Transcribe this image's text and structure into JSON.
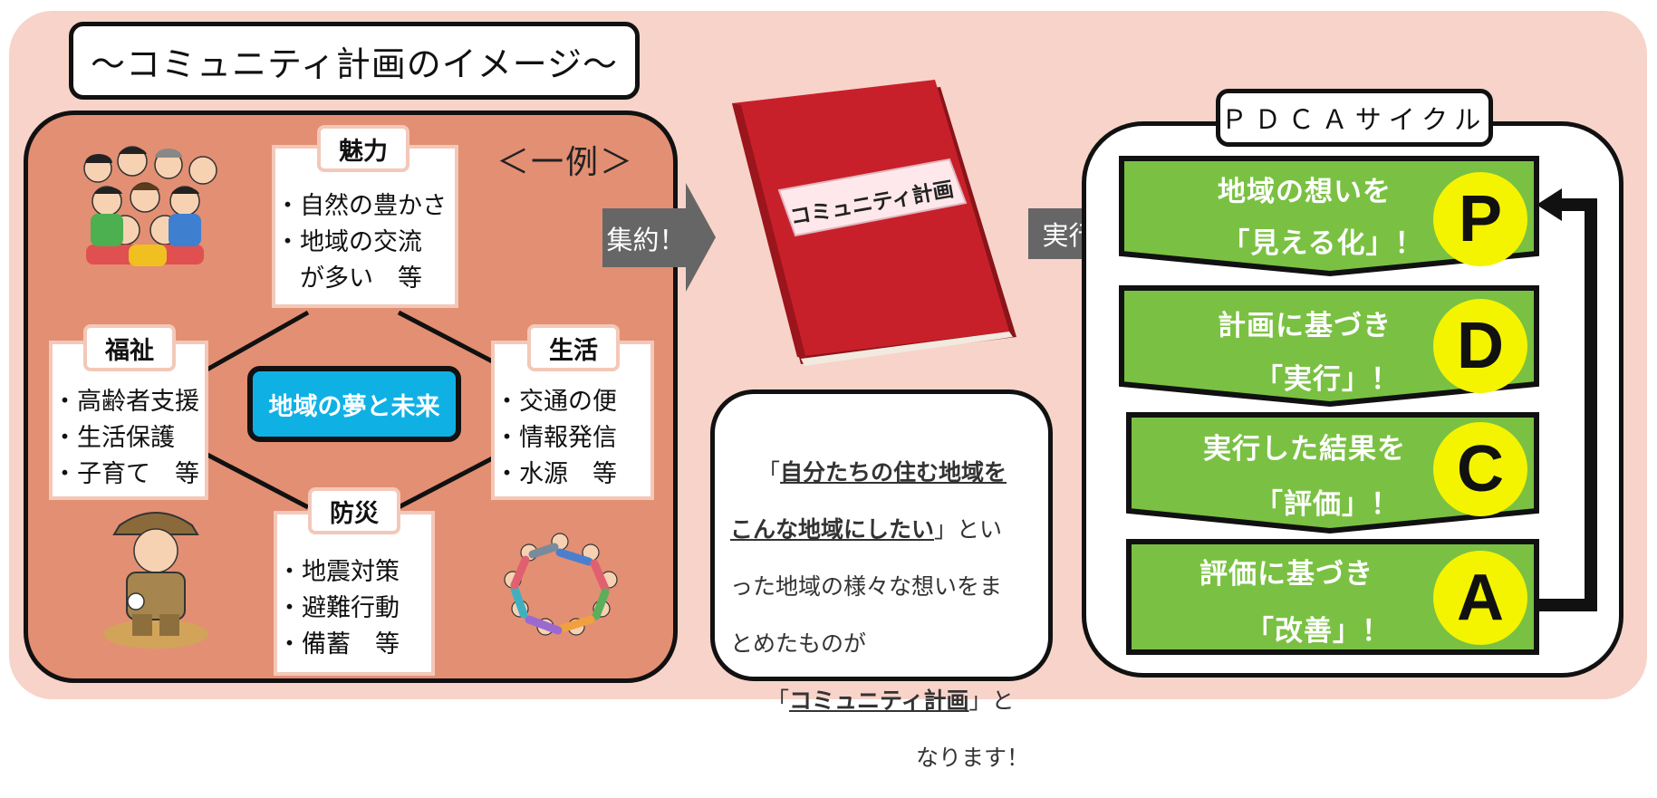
{
  "title": "～コミュニティ計画のイメージ～",
  "example_label": "＜一例＞",
  "center_label": "地域の夢と未来",
  "categories": {
    "miryoku": {
      "tag": "魅力",
      "items": [
        "・自然の豊かさ",
        "・地域の交流",
        "　が多い　等"
      ]
    },
    "fukushi": {
      "tag": "福祉",
      "items": [
        "・高齢者支援",
        "・生活保護",
        "・子育て　等"
      ]
    },
    "seikatsu": {
      "tag": "生活",
      "items": [
        "・交通の便",
        "・情報発信",
        "・水源　等"
      ]
    },
    "bousai": {
      "tag": "防災",
      "items": [
        "・地震対策",
        "・避難行動",
        "・備蓄　等"
      ]
    }
  },
  "arrow_collect": "集約！",
  "book_label": "コミュニティ計画",
  "arrow_execute": "実行！",
  "description": {
    "line1_pre": "「",
    "line1_u": "自分たちの住む地域を",
    "line2_u": "こんな地域にしたい",
    "line2_post": "」とい",
    "line3": "った地域の様々な想いをま",
    "line4": "とめたものが",
    "line5_pre": "「",
    "line5_u": "コミュニティ計画",
    "line5_post": "」と",
    "line6": "なります！"
  },
  "pdca": {
    "title": "ＰＤＣＡサイクル",
    "steps": [
      {
        "letter": "P",
        "line1": "地域の想いを",
        "line2": "「見える化」！"
      },
      {
        "letter": "D",
        "line1": "計画に基づき",
        "line2": "「実行」！"
      },
      {
        "letter": "C",
        "line1": "実行した結果を",
        "line2": "「評価」！"
      },
      {
        "letter": "A",
        "line1": "評価に基づき",
        "line2": "「改善」！"
      }
    ]
  },
  "colors": {
    "background": "#f7d3c9",
    "panel": "#e38f73",
    "center": "#0fb1e5",
    "step": "#7ac143",
    "letter_circle": "#f4f400",
    "book": "#c8202a"
  }
}
